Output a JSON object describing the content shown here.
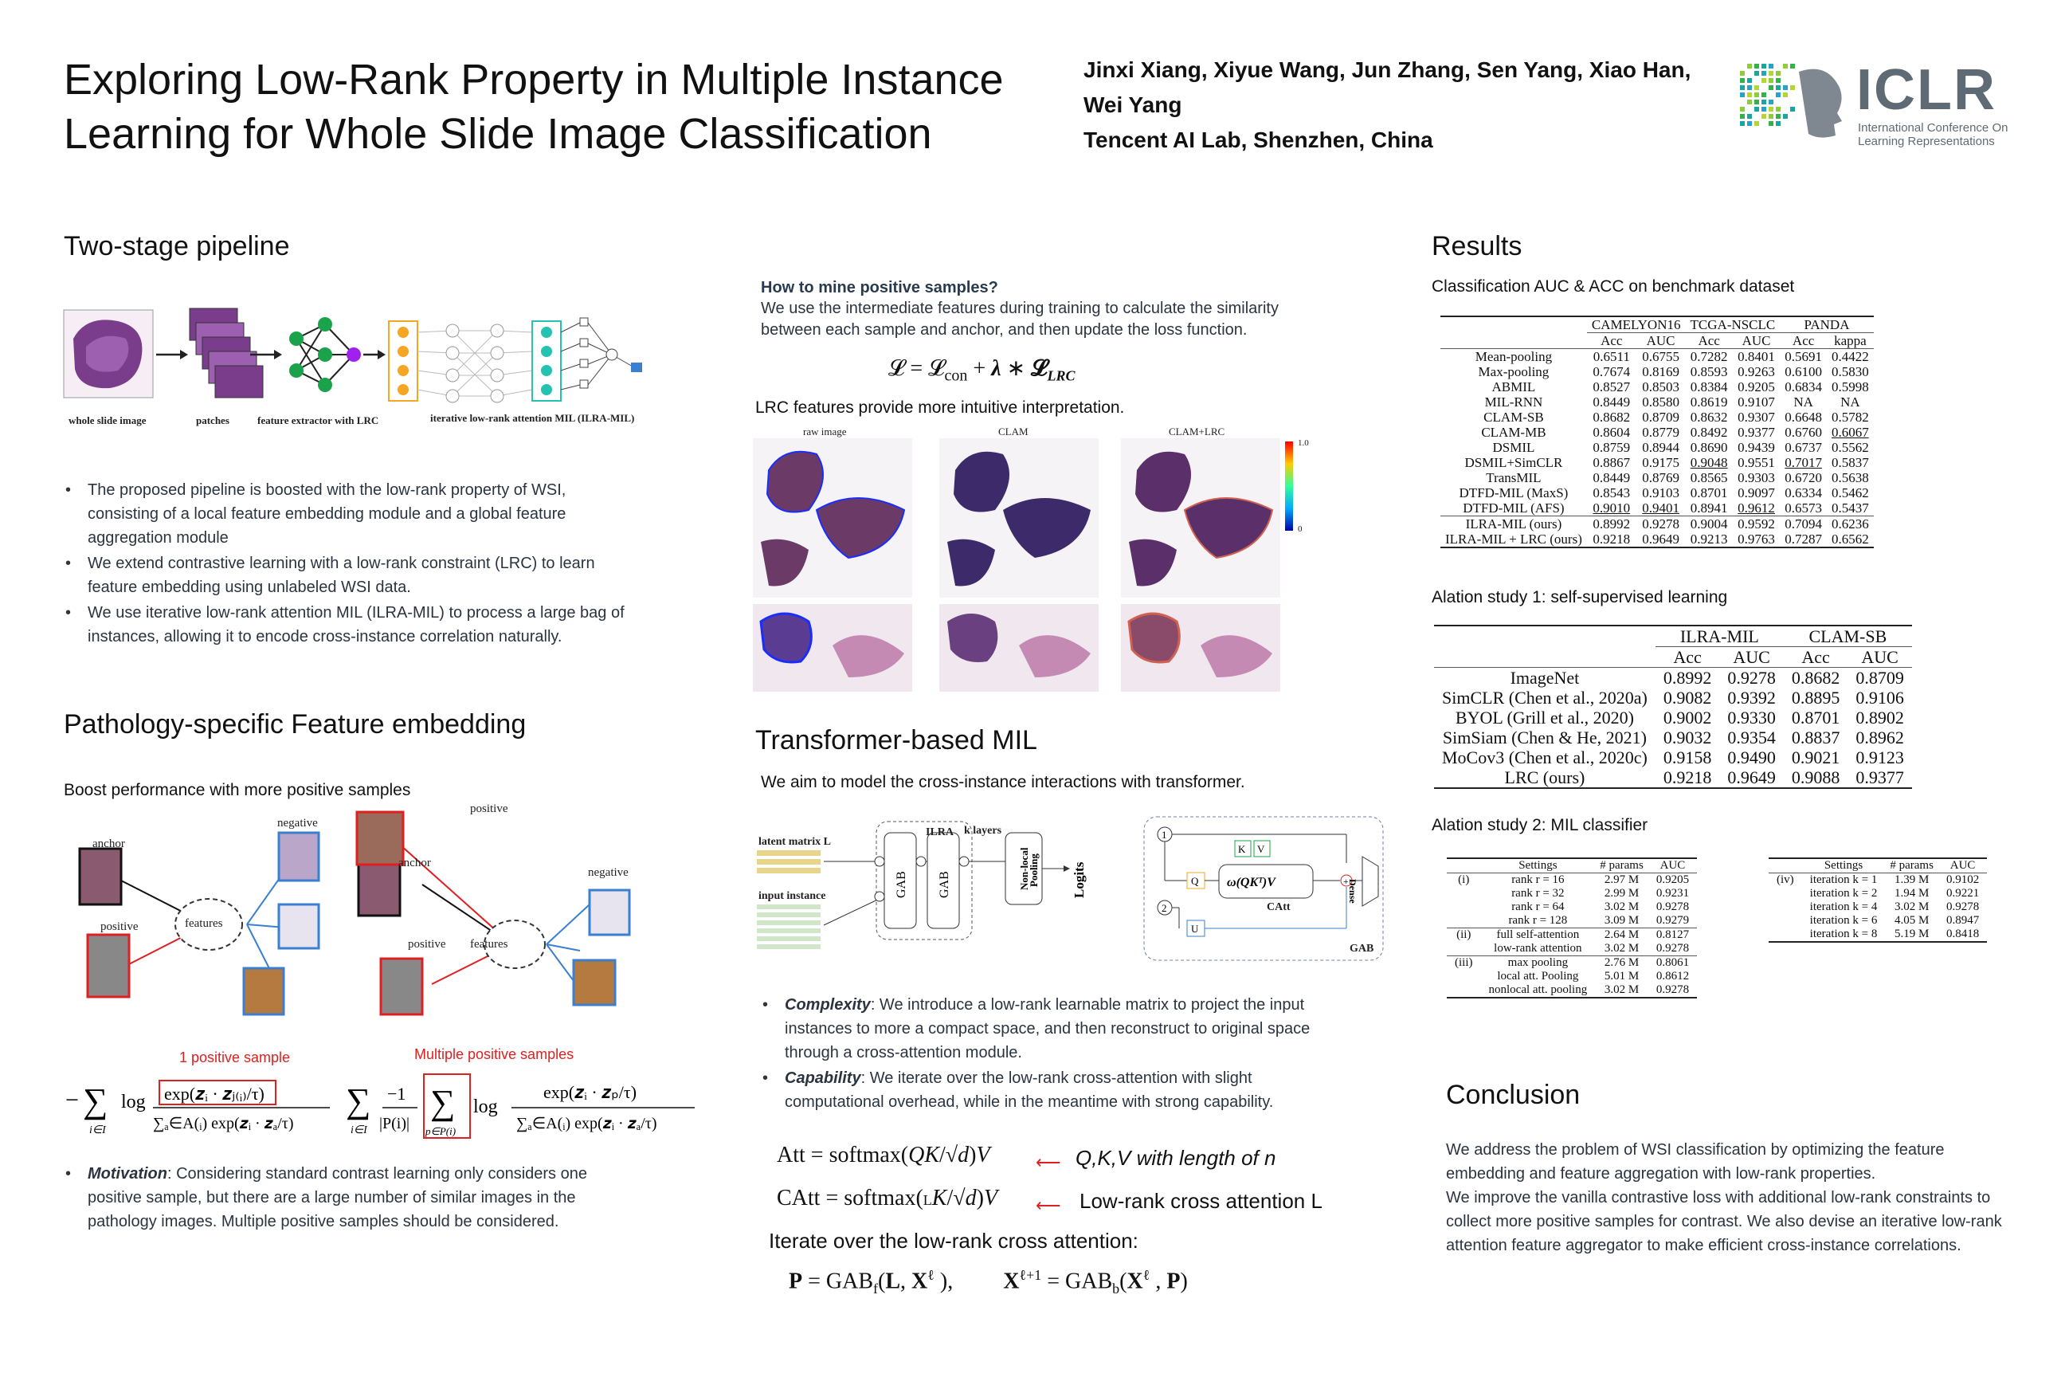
{
  "header": {
    "title_line1": "Exploring Low-Rank Property in Multiple Instance",
    "title_line2": "Learning for Whole Slide Image Classification",
    "authors_line1": "Jinxi Xiang, Xiyue Wang,  Jun Zhang, Sen Yang, Xiao Han,",
    "authors_line2": "Wei Yang",
    "affiliation": "Tencent AI Lab, Shenzhen, China",
    "logo_text": "ICLR",
    "logo_sub1": "International Conference On",
    "logo_sub2": "Learning Representations"
  },
  "pipeline": {
    "heading": "Two-stage pipeline",
    "labels": [
      "whole slide image",
      "patches",
      "feature extractor with LRC",
      "iterative low-rank attention MIL (ILRA-MIL)"
    ],
    "bullets": [
      "The proposed pipeline is boosted with the low-rank property of WSI, consisting of a local feature embedding module and a global feature aggregation module",
      "We extend contrastive learning with a low-rank constraint (LRC) to learn feature embedding using unlabeled WSI data.",
      "We use iterative low-rank attention MIL (ILRA-MIL) to process a large bag of instances, allowing it to encode cross-instance correlation naturally."
    ]
  },
  "embedding": {
    "heading": "Pathology-specific Feature embedding",
    "subheading": "Boost performance with more positive samples",
    "fig_labels": {
      "anchor": "anchor",
      "negative": "negative",
      "positive": "positive",
      "features": "features"
    },
    "one_positive": "1 positive sample",
    "multi_positive": "Multiple positive samples",
    "motivation_label": "Motivation",
    "motivation_text": ": Considering standard contrast learning only considers one positive sample, but there are a large number of similar images in the pathology images. Multiple positive samples should be considered."
  },
  "mining": {
    "heading": "How to mine positive samples?",
    "text": "We use the intermediate features during training to calculate the similarity between each sample and anchor, and then update the loss function.",
    "interp_heading": "LRC features provide more intuitive interpretation.",
    "col_labels": [
      "raw image",
      "CLAM",
      "CLAM+LRC"
    ],
    "colorbar_max": "1.0",
    "colorbar_min": "0"
  },
  "transformer": {
    "heading": "Transformer-based MIL",
    "intro": "We aim to model the cross-instance interactions with transformer.",
    "diagram": {
      "latent": "latent matrix L",
      "input": "input instance",
      "ilra": "ILRA",
      "k_layers": "k layers",
      "pool": "Non-local Pooling",
      "logits": "Logits",
      "catt": "CAtt",
      "gab": "GAB",
      "dense": "Dense"
    },
    "bullets": [
      {
        "label": "Complexity",
        "text": ": We introduce a low-rank learnable matrix to project the input instances to more a compact space, and then reconstruct to original space through a cross-attention module."
      },
      {
        "label": "Capability",
        "text": ": We iterate over the low-rank cross-attention with slight computational overhead, while in the meantime with strong capability."
      }
    ],
    "eq1_note": "Q,K,V with length of n",
    "eq2_note": "Low-rank cross attention L",
    "iterate": "Iterate over the low-rank cross attention:"
  },
  "results": {
    "heading": "Results",
    "t1_caption": "Classification AUC & ACC on benchmark dataset",
    "t1_groups": [
      "CAMELYON16",
      "TCGA-NSCLC",
      "PANDA"
    ],
    "t1_sub": [
      "Acc",
      "AUC",
      "Acc",
      "AUC",
      "Acc",
      "kappa"
    ],
    "t1_rows": [
      [
        "Mean-pooling",
        "0.6511",
        "0.6755",
        "0.7282",
        "0.8401",
        "0.5691",
        "0.4422"
      ],
      [
        "Max-pooling",
        "0.7674",
        "0.8169",
        "0.8593",
        "0.9263",
        "0.6100",
        "0.5830"
      ],
      [
        "ABMIL",
        "0.8527",
        "0.8503",
        "0.8384",
        "0.9205",
        "0.6834",
        "0.5998"
      ],
      [
        "MIL-RNN",
        "0.8449",
        "0.8580",
        "0.8619",
        "0.9107",
        "NA",
        "NA"
      ],
      [
        "CLAM-SB",
        "0.8682",
        "0.8709",
        "0.8632",
        "0.9307",
        "0.6648",
        "0.5782"
      ],
      [
        "CLAM-MB",
        "0.8604",
        "0.8779",
        "0.8492",
        "0.9377",
        "0.6760",
        "0.6067"
      ],
      [
        "DSMIL",
        "0.8759",
        "0.8944",
        "0.8690",
        "0.9439",
        "0.6737",
        "0.5562"
      ],
      [
        "DSMIL+SimCLR",
        "0.8867",
        "0.9175",
        "0.9048",
        "0.9551",
        "0.7017",
        "0.5837"
      ],
      [
        "TransMIL",
        "0.8449",
        "0.8769",
        "0.8565",
        "0.9303",
        "0.6720",
        "0.5638"
      ],
      [
        "DTFD-MIL (MaxS)",
        "0.8543",
        "0.9103",
        "0.8701",
        "0.9097",
        "0.6334",
        "0.5462"
      ],
      [
        "DTFD-MIL (AFS)",
        "0.9010",
        "0.9401",
        "0.8941",
        "0.9612",
        "0.6573",
        "0.5437"
      ],
      [
        "ILRA-MIL (ours)",
        "0.8992",
        "0.9278",
        "0.9004",
        "0.9592",
        "0.7094",
        "0.6236"
      ],
      [
        "ILRA-MIL + LRC (ours)",
        "0.9218",
        "0.9649",
        "0.9213",
        "0.9763",
        "0.7287",
        "0.6562"
      ]
    ],
    "t2_caption": "Alation study 1: self-supervised learning",
    "t2_groups": [
      "ILRA-MIL",
      "CLAM-SB"
    ],
    "t2_sub": [
      "Acc",
      "AUC",
      "Acc",
      "AUC"
    ],
    "t2_rows": [
      [
        "ImageNet",
        "0.8992",
        "0.9278",
        "0.8682",
        "0.8709"
      ],
      [
        "SimCLR (Chen et al., 2020a)",
        "0.9082",
        "0.9392",
        "0.8895",
        "0.9106"
      ],
      [
        "BYOL (Grill et al., 2020)",
        "0.9002",
        "0.9330",
        "0.8701",
        "0.8902"
      ],
      [
        "SimSiam (Chen & He, 2021)",
        "0.9032",
        "0.9354",
        "0.8837",
        "0.8962"
      ],
      [
        "MoCov3 (Chen et al., 2020c)",
        "0.9158",
        "0.9490",
        "0.9021",
        "0.9123"
      ],
      [
        "LRC (ours)",
        "0.9218",
        "0.9649",
        "0.9088",
        "0.9377"
      ]
    ],
    "t3_caption": "Alation study 2: MIL classifier",
    "t3_head": [
      "Settings",
      "# params",
      "AUC"
    ],
    "t3_rows": [
      [
        "(i)",
        "rank r = 16",
        "2.97 M",
        "0.9205"
      ],
      [
        "",
        "rank r = 32",
        "2.99 M",
        "0.9231"
      ],
      [
        "",
        "rank r = 64",
        "3.02 M",
        "0.9278"
      ],
      [
        "",
        "rank r = 128",
        "3.09 M",
        "0.9279"
      ],
      [
        "(ii)",
        "full self-attention",
        "2.64 M",
        "0.8127"
      ],
      [
        "",
        "low-rank attention",
        "3.02 M",
        "0.9278"
      ],
      [
        "(iii)",
        "max pooling",
        "2.76 M",
        "0.8061"
      ],
      [
        "",
        "local att. Pooling",
        "5.01 M",
        "0.8612"
      ],
      [
        "",
        "nonlocal att. pooling",
        "3.02 M",
        "0.9278"
      ]
    ],
    "t4_head": [
      "Settings",
      "# params",
      "AUC"
    ],
    "t4_rows": [
      [
        "(iv)",
        "iteration k = 1",
        "1.39 M",
        "0.9102"
      ],
      [
        "",
        "iteration k = 2",
        "1.94 M",
        "0.9221"
      ],
      [
        "",
        "iteration k = 4",
        "3.02 M",
        "0.9278"
      ],
      [
        "",
        "iteration k = 6",
        "4.05 M",
        "0.8947"
      ],
      [
        "",
        "iteration k = 8",
        "5.19 M",
        "0.8418"
      ]
    ]
  },
  "conclusion": {
    "heading": "Conclusion",
    "p1": "We address the problem of WSI classification by optimizing the feature embedding and feature aggregation with low-rank properties.",
    "p2": "We improve the vanilla contrastive loss with additional low-rank constraints to collect more positive samples for contrast. We also devise an iterative low-rank attention feature aggregator to make efficient cross-instance correlations."
  },
  "colors": {
    "accent_red": "#e02020",
    "accent_blue": "#3a7fd0",
    "node_green": "#1aa34a",
    "node_orange": "#f5a623",
    "node_teal": "#22c3b0"
  }
}
